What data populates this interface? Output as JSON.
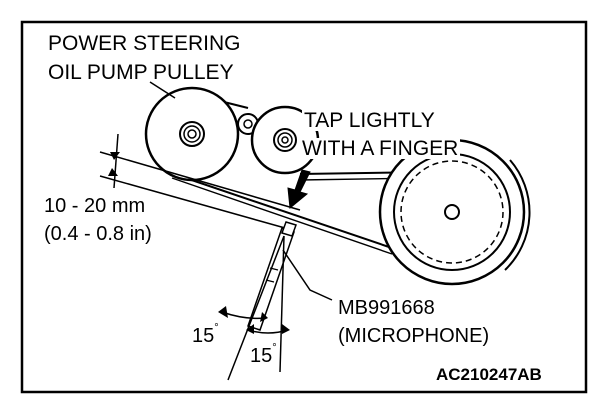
{
  "labels": {
    "pulley_line1": "POWER STEERING",
    "pulley_line2": "OIL PUMP PULLEY",
    "tap_line1": "TAP LIGHTLY",
    "tap_line2": "WITH A FINGER",
    "deflection_metric": "10 - 20 mm",
    "deflection_imperial": "(0.4 - 0.8 in)",
    "tool_number": "MB991668",
    "tool_name": "(MICROPHONE)",
    "angle_left": "15",
    "angle_right": "15",
    "degree_symbol": "°",
    "figure_code": "AC210247AB"
  },
  "colors": {
    "line": "#000000",
    "background": "#ffffff"
  }
}
